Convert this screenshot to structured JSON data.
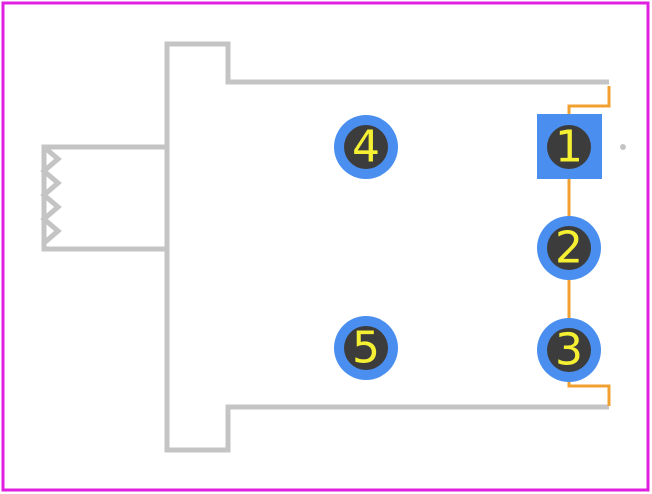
{
  "colors": {
    "background": "#ffffff",
    "board_outline": "#e020e0",
    "silkscreen": "#c4c4c4",
    "courtyard": "#f0a030",
    "pad_copper": "#4a8ff0",
    "drill_hole": "#3c3c3c",
    "pad_label": "#f5f032"
  },
  "pads": [
    {
      "id": "pad-1",
      "label": "1",
      "shape": "square"
    },
    {
      "id": "pad-2",
      "label": "2",
      "shape": "round"
    },
    {
      "id": "pad-3",
      "label": "3",
      "shape": "round"
    },
    {
      "id": "pad-4",
      "label": "4",
      "shape": "round"
    },
    {
      "id": "pad-5",
      "label": "5",
      "shape": "round"
    }
  ]
}
